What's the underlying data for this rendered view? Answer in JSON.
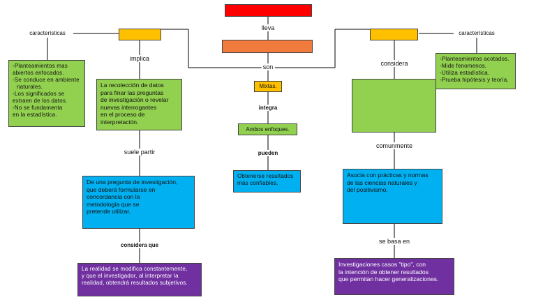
{
  "colors": {
    "red": "#ff0000",
    "orange": "#f07b3c",
    "gold": "#ffc000",
    "green": "#92d050",
    "blue": "#00b0f0",
    "purple": "#7030a0",
    "line": "#000000"
  },
  "labels": {
    "lleva": "lleva",
    "son": "son",
    "caracteristicas_left": "características",
    "caracteristicas_right": "características",
    "implica": "implica",
    "considera": "considera",
    "integra": "integra",
    "pueden": "pueden",
    "suele_partir": "suele partir",
    "comunmente": "comunmente",
    "considera_que": "considera que",
    "se_basa_en": "se basa en"
  },
  "nodes": {
    "mixtas": "Mixtas.",
    "ambos_enfoques": "Ambos enfoques.",
    "obtenerse": [
      "Obtenerse resultados",
      "más confiables."
    ],
    "cual_list": [
      "-Planteamientos mas",
      "abiertos enfocados.",
      "-Se conduce en ambiente",
      "naturales.",
      "-Los significados se",
      "extraen de los datos.",
      "-No se fundamenta",
      "en la estadística."
    ],
    "recoleccion": [
      "La recolección de datos",
      "para finar las preguntas",
      "de investigación o revelar",
      "nuevas interrogantes",
      "en el proceso de",
      "interpretación."
    ],
    "pregunta": [
      "De una pregunta de investigación,",
      "que deberá formularse en",
      "concordancia con la",
      "metodología que se",
      "pretende utilizar."
    ],
    "realidad": [
      "La realidad se modifica constantemente,",
      "y que el investigador, al interpretar la",
      "realidad, obtendrá resultados subjetivos."
    ],
    "cuant_list": [
      "-Planteamientos acotados.",
      "-Mide fenomenos.",
      "-Utiliza estadística.",
      "-Prueba hipótesis y teoría."
    ],
    "asocia": [
      "Asocia con prácticas y normas",
      "de las ciencias naturales y",
      "del positivismo."
    ],
    "investigaciones": [
      "Investigaciones casos \"tipo\", con",
      "la intención de obtener resultados",
      "que permitan hacer generalizaciones."
    ]
  }
}
